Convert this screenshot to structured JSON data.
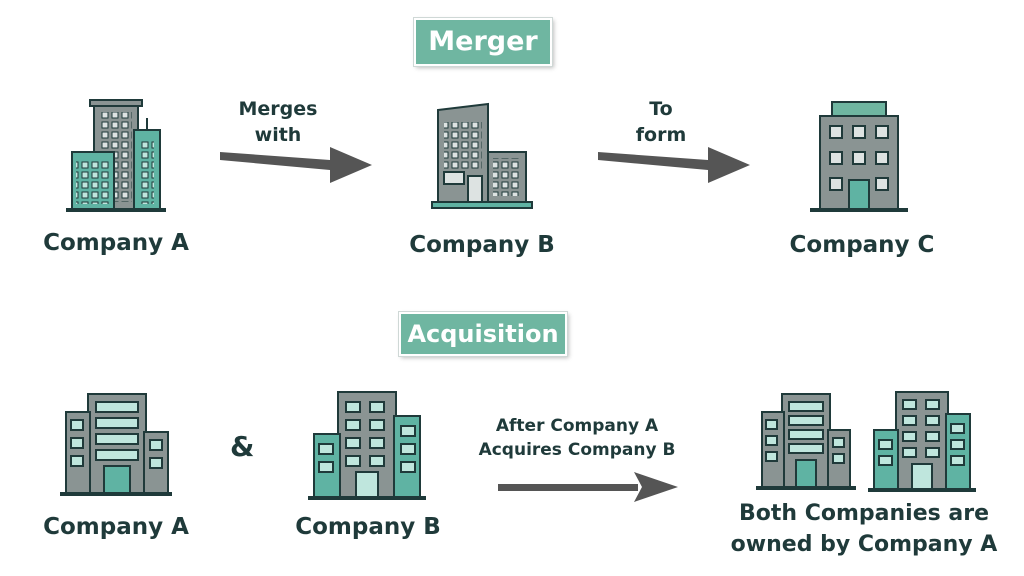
{
  "merger": {
    "title": "Merger",
    "company_a": "Company A",
    "company_b": "Company B",
    "company_c": "Company C",
    "arrow1_line1": "Merges",
    "arrow1_line2": "with",
    "arrow2_line1": "To",
    "arrow2_line2": "form"
  },
  "acquisition": {
    "title": "Acquisition",
    "company_a": "Company A",
    "company_b": "Company B",
    "ampersand": "&",
    "arrow_line1": "After Company A",
    "arrow_line2": "Acquires Company B",
    "result_line1": "Both Companies are",
    "result_line2": "owned by Company A"
  },
  "colors": {
    "teal_badge": "#6fb6a1",
    "building_gray": "#8a9493",
    "building_teal": "#5fb3a3",
    "outline": "#1f3a3a",
    "arrow": "#555555"
  }
}
